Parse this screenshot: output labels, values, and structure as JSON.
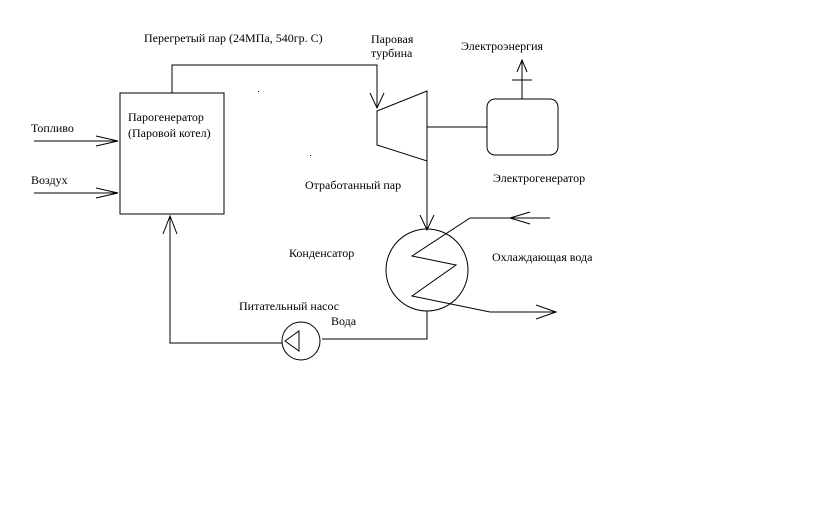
{
  "labels": {
    "superheated_steam": "Перегретый пар (24МПа, 540гр. С)",
    "steam_turbine_line1": "Паровая",
    "steam_turbine_line2": "турбина",
    "electricity": "Электроэнергия",
    "steam_generator_line1": "Парогенератор",
    "steam_generator_line2": "(Паровой котел)",
    "fuel": "Топливо",
    "air": "Воздух",
    "exhaust_steam": "Отработанный пар",
    "electric_generator": "Электрогенератор",
    "condenser": "Конденсатор",
    "cooling_water": "Охлаждающая вода",
    "feed_pump": "Питательный насос",
    "water": "Вода"
  },
  "colors": {
    "stroke": "#000000",
    "background": "#ffffff"
  }
}
